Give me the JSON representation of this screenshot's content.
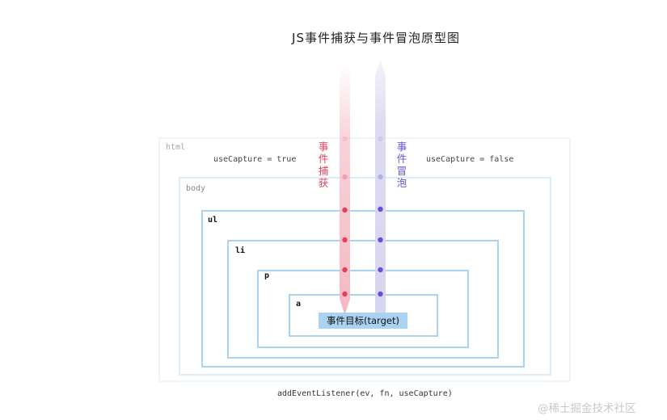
{
  "title": "JS事件捕获与事件冒泡原型图",
  "elements": {
    "html": "html",
    "body": "body",
    "ul": "ul",
    "li": "li",
    "p": "p",
    "a": "a"
  },
  "capture": {
    "label": "事件捕获",
    "use_capture_text": "useCapture = true",
    "color": "#e5405d"
  },
  "bubble": {
    "label": "事件冒泡",
    "use_capture_text": "useCapture = false",
    "color": "#6a4fd9"
  },
  "target_label": "事件目标(target)",
  "footer": "addEventListener(ev, fn, useCapture)",
  "watermark": "@稀土掘金技术社区"
}
